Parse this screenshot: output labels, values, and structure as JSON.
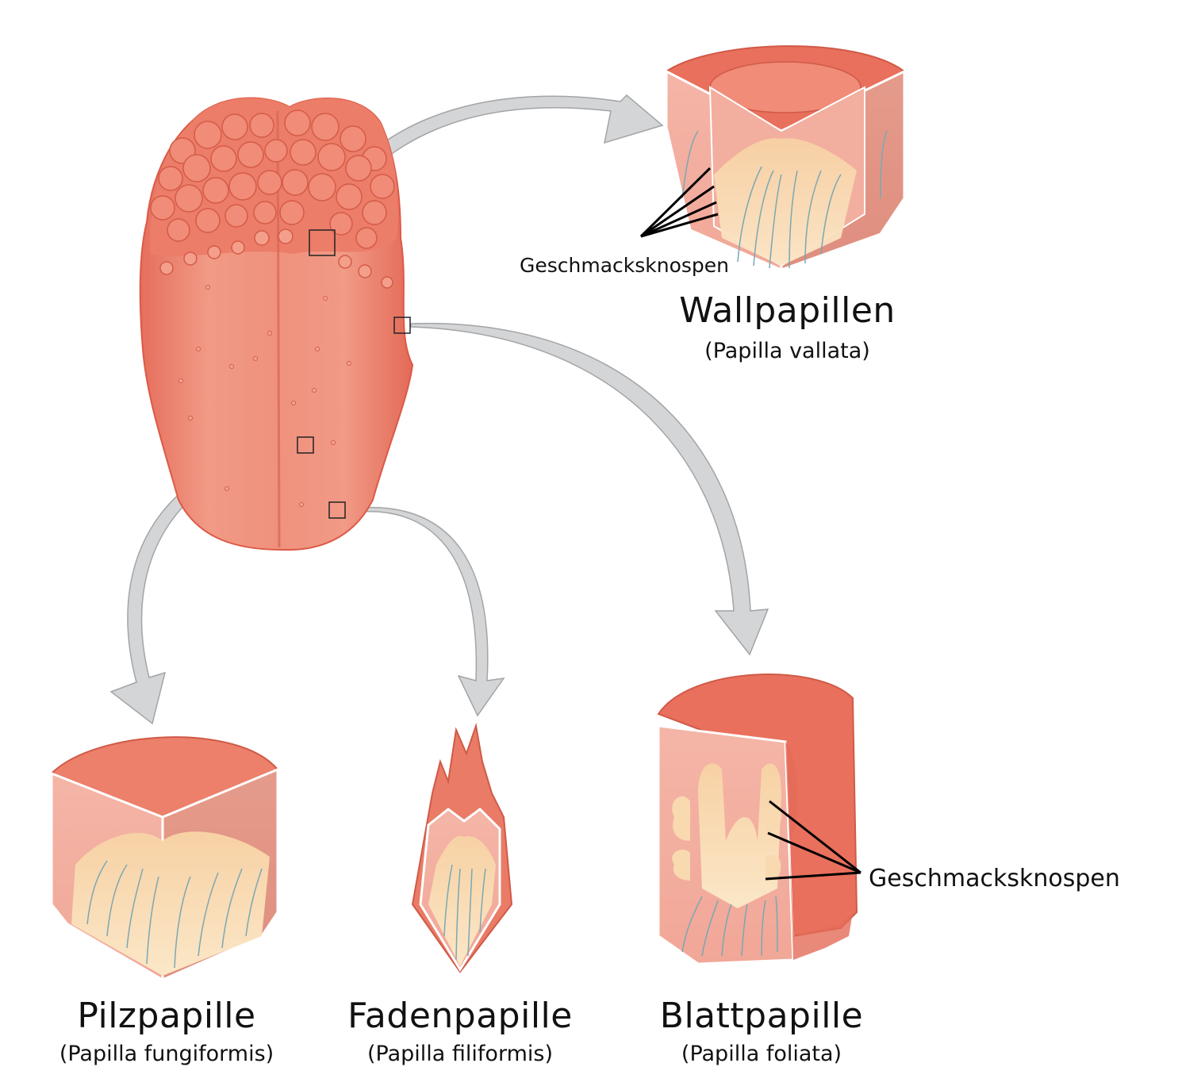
{
  "labels": {
    "wallpapillen": {
      "title": "Wallpapillen",
      "latin": "(Papilla vallata)"
    },
    "pilzpapille": {
      "title": "Pilzpapille",
      "latin": "(Papilla fungiformis)"
    },
    "fadenpapille": {
      "title": "Fadenpapille",
      "latin": "(Papilla filiformis)"
    },
    "blattpapille": {
      "title": "Blattpapille",
      "latin": "(Papilla foliata)"
    },
    "taste_buds_top": "Geschmacksknospen",
    "taste_buds_right": "Geschmacksknospen"
  },
  "colors": {
    "tongue": "#ee8a76",
    "tongue_dark": "#e0604e",
    "tissue_light": "#f3b3a5",
    "tissue_inner": "#f6c9bd",
    "nerve": "#f8d6a6",
    "arrow": "#d2d3d5",
    "arrow_stroke": "#9b9c9e"
  }
}
